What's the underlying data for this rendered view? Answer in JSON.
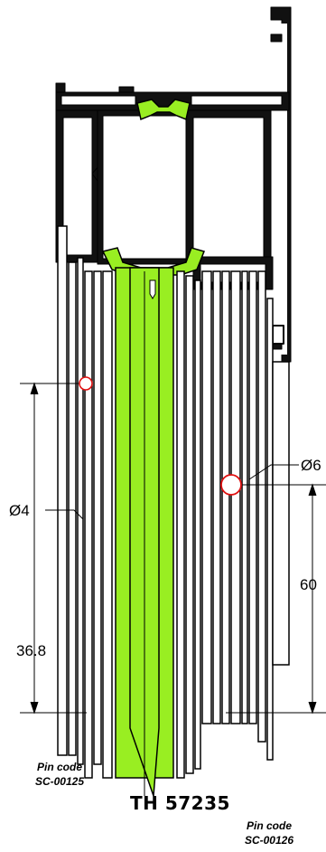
{
  "profile_code": "TH 57235",
  "dimensions": {
    "left_diameter": "Ø4",
    "right_diameter": "Ø6",
    "left_height": "36.8",
    "right_height": "60"
  },
  "pins": {
    "left": {
      "label": "Pin code",
      "code": "SC-00125"
    },
    "right": {
      "label": "Pin code",
      "code": "SC-00126"
    }
  },
  "colors": {
    "outline": "#000000",
    "thermal_break": "#99ee22",
    "pin_marker": "#e01010",
    "background": "#ffffff"
  }
}
